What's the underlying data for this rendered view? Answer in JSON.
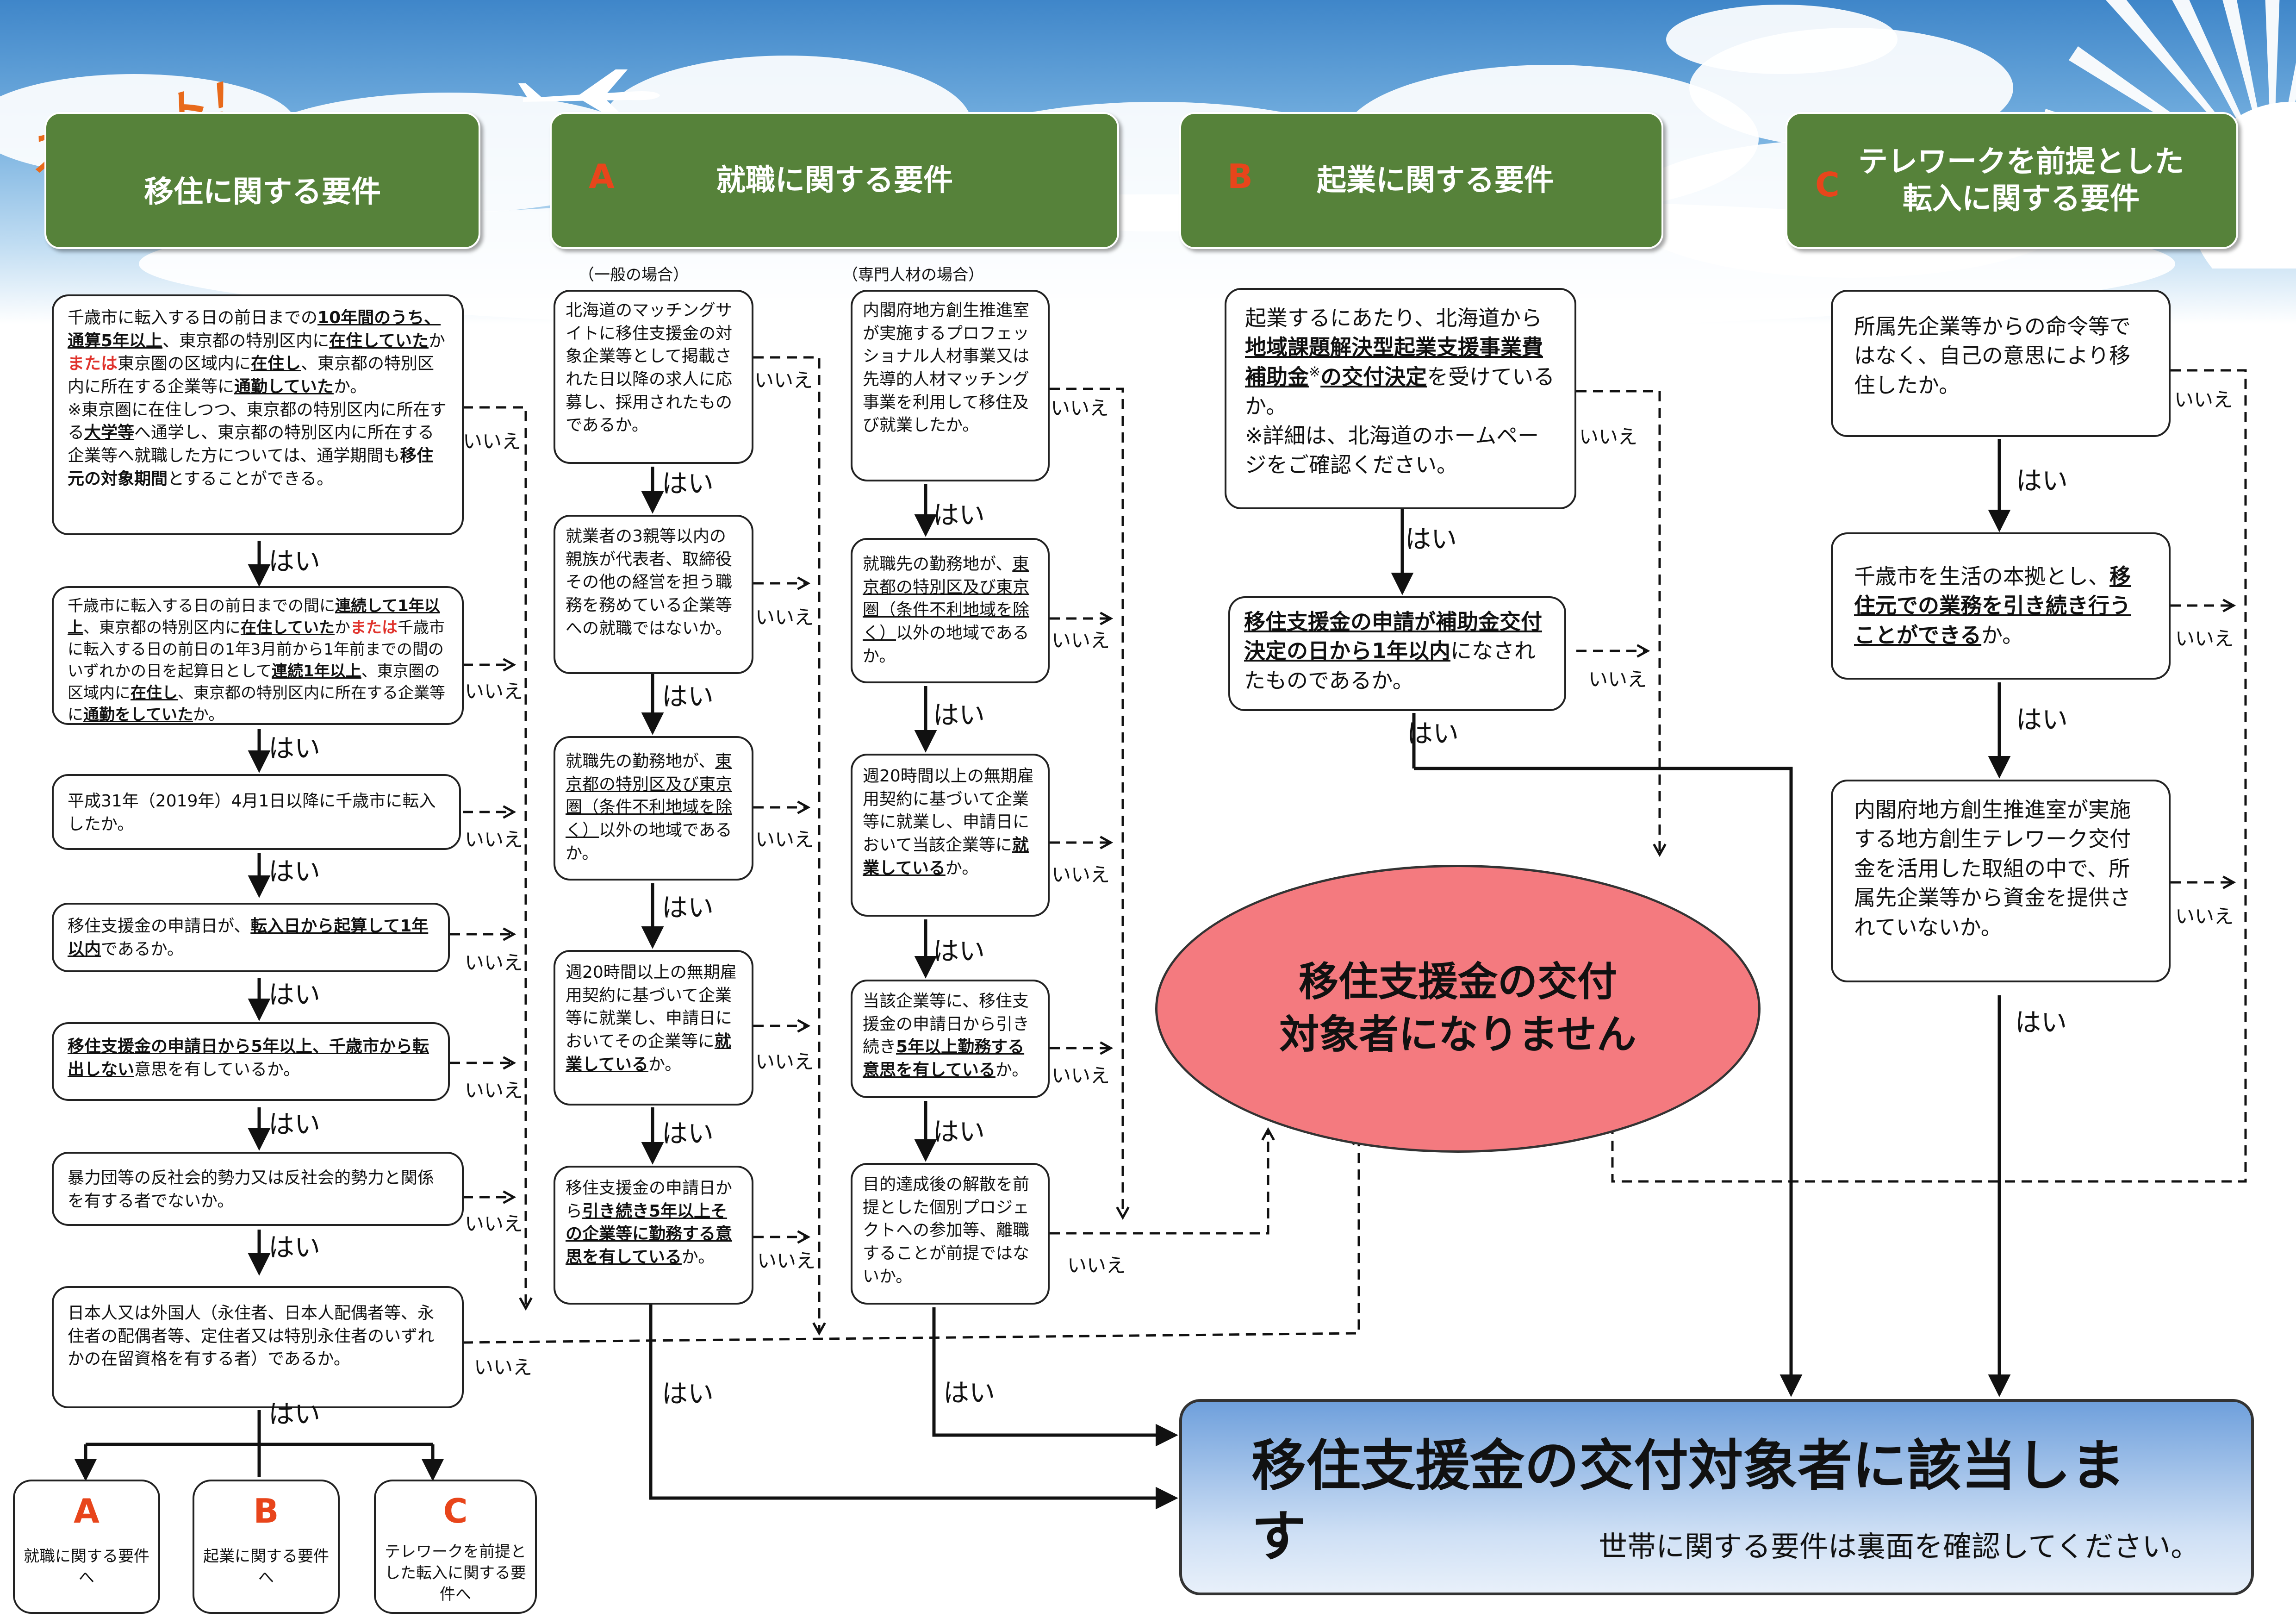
{
  "start_label": "スタート！",
  "headers": {
    "move": "移住に関する要件",
    "a_letter": "A",
    "a": "就職に関する要件",
    "b_letter": "B",
    "b": "起業に関する要件",
    "c_letter": "C",
    "c_line1": "テレワークを前提とした",
    "c_line2": "転入に関する要件"
  },
  "sub": {
    "general": "（一般の場合）",
    "specialist": "（専門人材の場合）"
  },
  "yes": "はい",
  "no": "いいえ",
  "move": {
    "q1": {
      "p1": "千歳市に転入する日の前日までの",
      "p2": "10年間のうち、通算5年以上",
      "p3": "、東京都の特別区内に",
      "p4": "在住していた",
      "p5": "か",
      "p6": "または",
      "p7": "東京圏の区域内に",
      "p8": "在住し",
      "p9": "、東京都の特別区内に所在する企業等に",
      "p10": "通勤していた",
      "p11": "か。",
      "p12": "※東京圏に在住しつつ、東京都の特別区内に所在する",
      "p13": "大学等",
      "p14": "へ通学し、東京都の特別区内に所在する企業等へ就職した方については、通学期間も",
      "p15": "移住元の対象期間",
      "p16": "とすることができる。"
    },
    "q2": {
      "p1": "千歳市に転入する日の前日までの間に",
      "p2": "連続して1年以上",
      "p3": "、東京都の特別区内に",
      "p4": "在住していた",
      "p5": "か",
      "p6": "または",
      "p7": "千歳市に転入する日の前日の1年3月前から1年前までの間のいずれかの日を起算日として",
      "p8": "連続1年以上",
      "p9": "、東京圏の区域内に",
      "p10": "在住し",
      "p11": "、東京都の特別区内に所在する企業等に",
      "p12": "通勤をしていた",
      "p13": "か。"
    },
    "q3": "平成31年（2019年）4月1日以降に千歳市に転入したか。",
    "q4": {
      "p1": "移住支援金の申請日が、",
      "p2": "転入日から起算して1年以内",
      "p3": "であるか。"
    },
    "q5": {
      "p1": "移住支援金の申請日から5年以上、千歳市から転出しない",
      "p2": "意思を有しているか。"
    },
    "q6": "暴力団等の反社会的勢力又は反社会的勢力と関係を有する者でないか。",
    "q7": "日本人又は外国人（永住者、日本人配偶者等、永住者の配偶者等、定住者又は特別永住者のいずれかの在留資格を有する者）であるか。"
  },
  "bottom_options": [
    {
      "letter": "A",
      "text": "就職に関する要件へ"
    },
    {
      "letter": "B",
      "text": "起業に関する要件へ"
    },
    {
      "letter": "C",
      "text": "テレワークを前提とした転入に関する要件へ"
    }
  ],
  "a_general": {
    "q1": "北海道のマッチングサイトに移住支援金の対象企業等として掲載された日以降の求人に応募し、採用されたものであるか。",
    "q2": "就業者の3親等以内の親族が代表者、取締役その他の経営を担う職務を務めている企業等への就職ではないか。",
    "q3": {
      "p1": "就職先の勤務地が、",
      "p2": "東京都の特別区及び東京圏（条件不利地域を除く）",
      "p3": "以外の地域であるか。"
    },
    "q4": {
      "p1": "週20時間以上の無期雇用契約に基づいて企業等に就業し、申請日においてその企業等に",
      "p2": "就業している",
      "p3": "か。"
    },
    "q5": {
      "p1": "移住支援金の申請日から",
      "p2": "引き続き5年以上その企業等に勤務する意思を有している",
      "p3": "か。"
    }
  },
  "a_special": {
    "q1": "内閣府地方創生推進室が実施するプロフェッショナル人材事業又は先導的人材マッチング事業を利用して移住及び就業したか。",
    "q2": {
      "p1": "就職先の勤務地が、",
      "p2": "東京都の特別区及び東京圏（条件不利地域を除く）",
      "p3": "以外の地域であるか。"
    },
    "q3": {
      "p1": "週20時間以上の無期雇用契約に基づいて企業等に就業し、申請日において当該企業等に",
      "p2": "就業している",
      "p3": "か。"
    },
    "q4": {
      "p1": "当該企業等に、移住支援金の申請日から引き続き",
      "p2": "5年以上勤務する意思を有している",
      "p3": "か。"
    },
    "q5": "目的達成後の解散を前提とした個別プロジェクトへの参加等、離職することが前提ではないか。"
  },
  "b": {
    "q1": {
      "p1": "起業するにあたり、北海道から",
      "p2": "地域課題解決型起業支援事業費補助金",
      "p3": "※",
      "p4": "の交付決定",
      "p5": "を受けているか。",
      "p6": "※詳細は、北海道のホームページをご確認ください。"
    },
    "q2": {
      "p1": "移住支援金の申請が補助金交付決定の日から1年以内",
      "p2": "になされたものであるか。"
    }
  },
  "c": {
    "q1": "所属先企業等からの命令等ではなく、自己の意思により移住したか。",
    "q2": {
      "p1": "千歳市を生活の本拠とし、",
      "p2": "移住元での業務を引き続き行うことができる",
      "p3": "か。"
    },
    "q3": "内閣府地方創生推進室が実施する地方創生テレワーク交付金を活用した取組の中で、所属先企業等から資金を提供されていないか。"
  },
  "result_no": {
    "line1": "移住支援金の交付",
    "line2": "対象者になりません"
  },
  "result_yes": {
    "main": "移住支援金の交付対象者に該当します",
    "note": "世帯に関する要件は裏面を確認してください。"
  },
  "colors": {
    "header_green": "#56823a",
    "letter_orange": "#e8451b",
    "oval_red": "#f47a7f",
    "yes_blue": "#6fa0dc"
  }
}
